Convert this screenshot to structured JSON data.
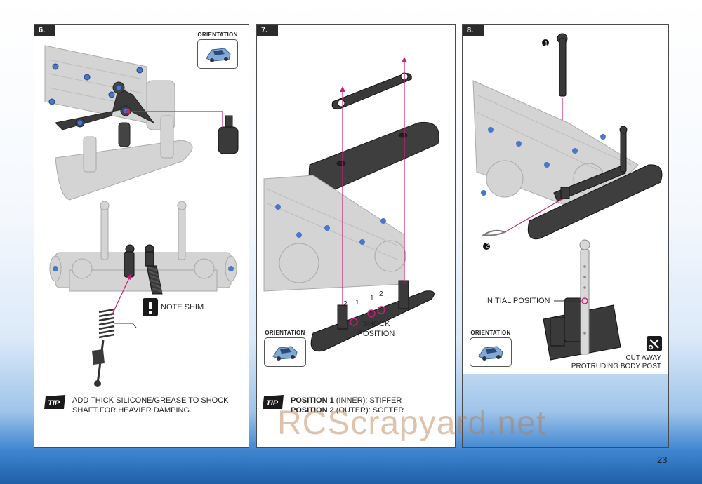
{
  "page_number": "23",
  "watermark": "RCScrapyard.net",
  "steps": [
    {
      "number": "6.",
      "orientation_label": "ORIENTATION",
      "callouts": {
        "note_shim": "NOTE SHIM"
      },
      "tip": {
        "badge": "TIP",
        "line1": "ADD THICK SILICONE/GREASE TO SHOCK",
        "line2": "SHAFT FOR HEAVIER DAMPING."
      }
    },
    {
      "number": "7.",
      "orientation_label": "ORIENTATION",
      "callouts": {
        "shock_position_1": "SHOCK",
        "shock_position_2": "POSITION",
        "pos_labels": [
          "2",
          "1",
          "1",
          "2"
        ]
      },
      "tip": {
        "badge": "TIP",
        "line1_bold": "POSITION 1",
        "line1_rest": " (INNER): STIFFER",
        "line2_bold": "POSITION 2",
        "line2_rest": " (OUTER): SOFTER"
      }
    },
    {
      "number": "8.",
      "orientation_label": "ORIENTATION",
      "callouts": {
        "part1": "1",
        "part2": "2",
        "initial_position": "INITIAL POSITION",
        "cut_away_1": "CUT AWAY",
        "cut_away_2": "PROTRUDING BODY POST"
      }
    }
  ],
  "colors": {
    "accent": "#c8207a",
    "part_dark": "#3a3a3a",
    "chassis": "#cfcfcf",
    "screw_blue": "#4a78c8"
  }
}
